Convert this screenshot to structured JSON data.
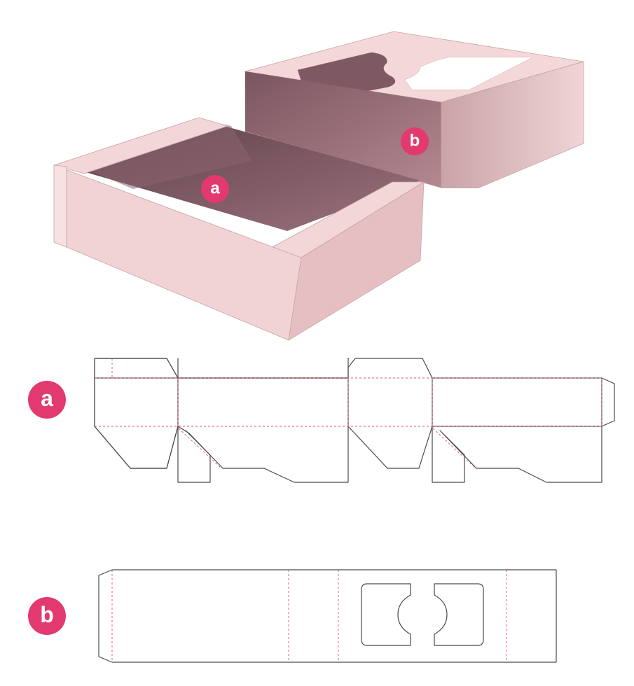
{
  "labels": {
    "box_a": "a",
    "box_b": "b",
    "dieline_a": "a",
    "dieline_b": "b"
  },
  "colors": {
    "badge": "#e23a6e",
    "cut_line": "#4a4a4a",
    "fold_line": "#e0566f",
    "box_light": "#f6dcdc",
    "box_mid": "#ecc6c8",
    "box_dark": "#c99aa0",
    "interior_dark": "#6e4a55",
    "interior_mid": "#8d6470",
    "window": "#ffffff"
  },
  "icons": {
    "tray": "open-tray-box",
    "sleeve": "sleeve-with-window"
  }
}
